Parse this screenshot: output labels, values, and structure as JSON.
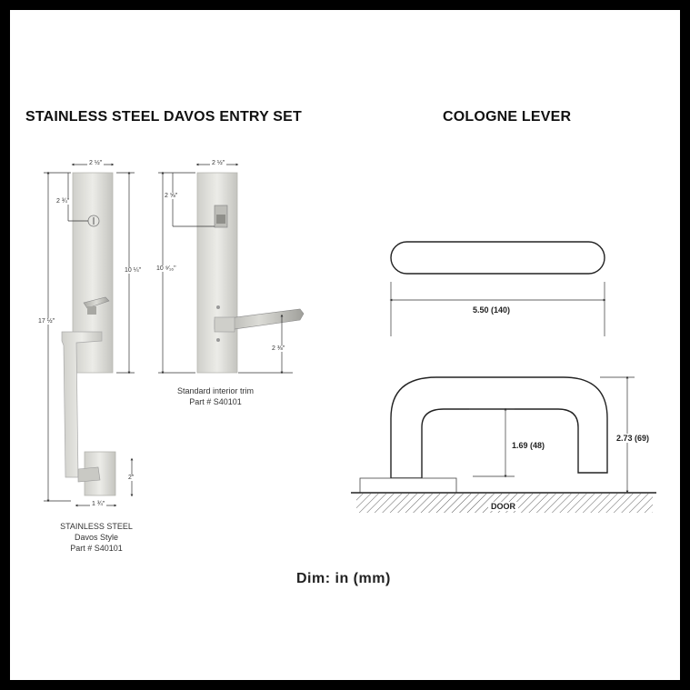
{
  "title_left": "STAINLESS STEEL DAVOS ENTRY SET",
  "title_right": "COLOGNE LEVER",
  "entry_set": {
    "dims": {
      "top_width": "2 ½\"",
      "key_offset": "2 ¾\"",
      "plate_height": "10 ¼\"",
      "overall_height": "17 ½\"",
      "base_height": "2\"",
      "base_width": "1 ¾\""
    },
    "caption_line1": "STAINLESS STEEL",
    "caption_line2": "Davos Style",
    "caption_line3": "Part # S40101"
  },
  "interior_trim": {
    "dims": {
      "top_width": "2 ½\"",
      "turn_offset": "2 ⅝\"",
      "plate_height": "10 ⁹⁄₁₆\"",
      "lever_offset": "2 ⅜\""
    },
    "caption_line1": "Standard interior trim",
    "caption_line2": "Part # S40101"
  },
  "cologne_lever": {
    "length_label": "5.50 (140)",
    "clearance_label": "1.69 (48)",
    "projection_label": "2.73 (69)",
    "door_label": "DOOR"
  },
  "units_note": "Dim: in (mm)"
}
